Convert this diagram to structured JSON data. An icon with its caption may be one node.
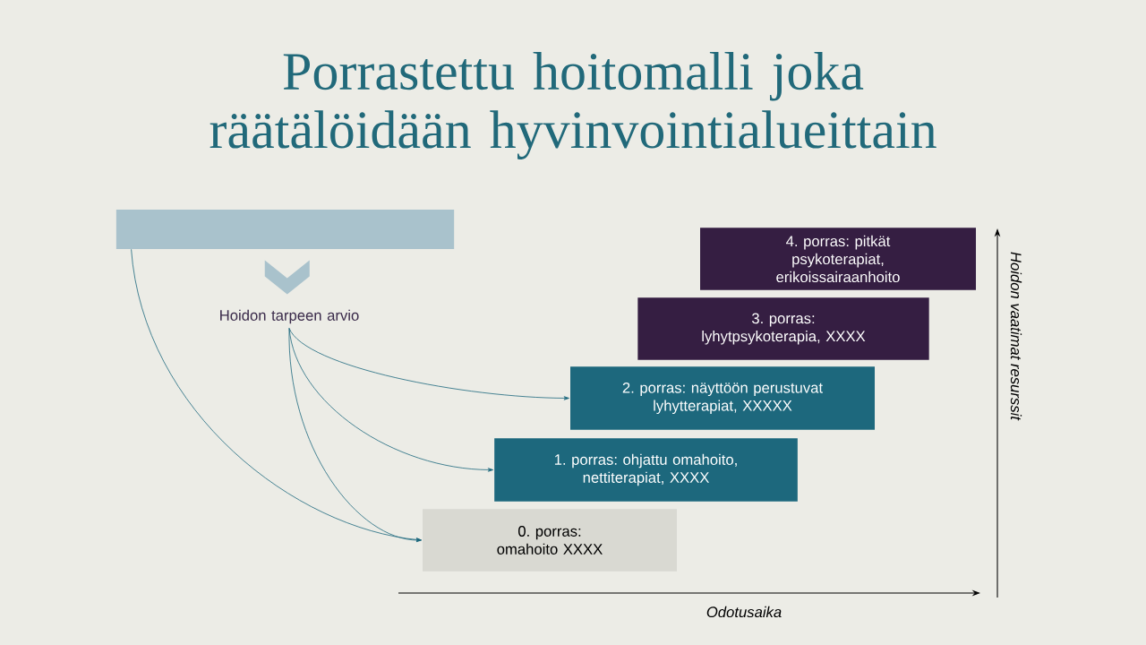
{
  "diagram": {
    "title": "Porrastettu hoitomalli joka räätälöidään hyvinvointialueittain",
    "nodes": [
      {
        "text": [],
        "shape": "box"
      },
      {
        "text": [
          "Hoidon tarpeen arvio"
        ]
      },
      {
        "text": [
          "4. porras: pitkät psykoterapiat, erikoissairaanhoito"
        ]
      },
      {
        "text": [
          "3. porras: lyhytpsykoterapia, XXXX"
        ]
      },
      {
        "text": [
          "2. porras: näyttöön perustuvat lyhytterapiat, XXXXX"
        ]
      },
      {
        "text": [
          "1. porras: ohjattu omahoito, nettiterapiat, XXXX"
        ]
      },
      {
        "text": [
          "0. porras: omahoito XXXX"
        ]
      }
    ],
    "edges": [
      {
        "from": 0,
        "to": 1,
        "arrow": "to"
      },
      {
        "from": 0,
        "to": 6,
        "arrow": "to"
      },
      {
        "from": 1,
        "to": 4,
        "arrow": "to"
      },
      {
        "from": 1,
        "to": 5,
        "arrow": "to"
      },
      {
        "from": 1,
        "to": 6,
        "arrow": "to"
      }
    ],
    "labels": [
      "Hoidon vaatimat resurssit",
      "Odotusaika"
    ]
  }
}
